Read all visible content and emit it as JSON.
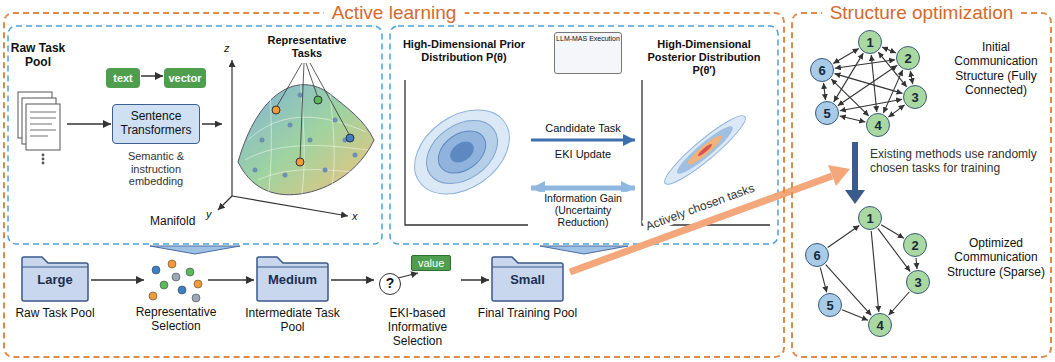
{
  "diagram": {
    "nodes": [
      {
        "text": [
          "Active learning"
        ]
      },
      {
        "text": [
          "Structure optimization"
        ]
      },
      {
        "text": [
          "Raw Task Pool"
        ],
        "in": 0
      },
      {
        "text": [
          "Sentence Transformers"
        ],
        "in": 0
      },
      {
        "text": [
          "text"
        ],
        "in": 0
      },
      {
        "text": [
          "vector"
        ],
        "in": 0
      },
      {
        "text": [
          "High-Dimensional Prior Distribution P(θ)"
        ],
        "in": 0
      },
      {
        "text": [
          "LLM-MAS Execution"
        ],
        "in": 0
      },
      {
        "text": [
          "High-Dimensional Posterior Distribution P(θ′)"
        ],
        "in": 0
      },
      {
        "text": [
          "Large",
          "Raw Task Pool"
        ],
        "in": 0
      },
      {
        "text": [
          "Representative Selection"
        ],
        "in": 0
      },
      {
        "text": [
          "Medium",
          "Intermediate Task Pool"
        ],
        "in": 0
      },
      {
        "text": [
          "?",
          "value",
          "EKI-based Informative Selection"
        ],
        "in": 0
      },
      {
        "text": [
          "Small",
          "Final Training Pool"
        ],
        "in": 0
      },
      {
        "text": [
          "1"
        ],
        "in": 1
      },
      {
        "text": [
          "2"
        ],
        "in": 1
      },
      {
        "text": [
          "3"
        ],
        "in": 1
      },
      {
        "text": [
          "4"
        ],
        "in": 1
      },
      {
        "text": [
          "5"
        ],
        "in": 1
      },
      {
        "text": [
          "6"
        ],
        "in": 1
      },
      {
        "text": [
          "1"
        ],
        "in": 1
      },
      {
        "text": [
          "2"
        ],
        "in": 1
      },
      {
        "text": [
          "3"
        ],
        "in": 1
      },
      {
        "text": [
          "4"
        ],
        "in": 1
      },
      {
        "text": [
          "5"
        ],
        "in": 1
      },
      {
        "text": [
          "6"
        ],
        "in": 1
      }
    ],
    "edges": [
      {
        "from": 2,
        "to": 3,
        "arrow": "to"
      },
      {
        "from": 4,
        "to": 5,
        "arrow": "to"
      },
      {
        "from": 6,
        "to": 8,
        "label": "Candidate Task",
        "arrow": "to"
      },
      {
        "from": 6,
        "to": 8,
        "label": "Information Gain (Uncertainty Reduction)",
        "arrow": "both"
      },
      {
        "from": 9,
        "to": 10,
        "arrow": "to"
      },
      {
        "from": 10,
        "to": 11,
        "arrow": "to"
      },
      {
        "from": 11,
        "to": 12,
        "arrow": "to"
      },
      {
        "from": 12,
        "to": 13,
        "arrow": "to"
      },
      {
        "from": 14,
        "to": 15,
        "arrow": "both"
      },
      {
        "from": 14,
        "to": 16,
        "arrow": "both"
      },
      {
        "from": 14,
        "to": 17,
        "arrow": "both"
      },
      {
        "from": 14,
        "to": 18,
        "arrow": "both"
      },
      {
        "from": 14,
        "to": 19,
        "arrow": "both"
      },
      {
        "from": 15,
        "to": 16,
        "arrow": "both"
      },
      {
        "from": 15,
        "to": 17,
        "arrow": "both"
      },
      {
        "from": 15,
        "to": 18,
        "arrow": "both"
      },
      {
        "from": 15,
        "to": 19,
        "arrow": "both"
      },
      {
        "from": 16,
        "to": 17,
        "arrow": "both"
      },
      {
        "from": 16,
        "to": 18,
        "arrow": "both"
      },
      {
        "from": 16,
        "to": 19,
        "arrow": "both"
      },
      {
        "from": 17,
        "to": 18,
        "arrow": "both"
      },
      {
        "from": 17,
        "to": 19,
        "arrow": "both"
      },
      {
        "from": 18,
        "to": 19,
        "arrow": "both"
      },
      {
        "from": 25,
        "to": 20,
        "arrow": "to"
      },
      {
        "from": 20,
        "to": 21,
        "arrow": "to"
      },
      {
        "from": 21,
        "to": 22,
        "arrow": "to"
      },
      {
        "from": 20,
        "to": 22,
        "arrow": "to"
      },
      {
        "from": 20,
        "to": 23,
        "arrow": "to"
      },
      {
        "from": 25,
        "to": 24,
        "arrow": "to"
      },
      {
        "from": 25,
        "to": 23,
        "arrow": "to"
      },
      {
        "from": 24,
        "to": 23,
        "arrow": "to"
      },
      {
        "from": 22,
        "to": 23,
        "arrow": "to"
      }
    ],
    "labels": [
      "Semantic & instruction embedding",
      "Representative Tasks",
      "Manifold",
      "z",
      "y",
      "x",
      "EKI Update",
      "Actively chosen tasks",
      "Existing methods use randomly chosen tasks for training",
      "Initial Communication Structure (Fully Connected)",
      "Optimized Communication Structure (Sparse)"
    ]
  }
}
